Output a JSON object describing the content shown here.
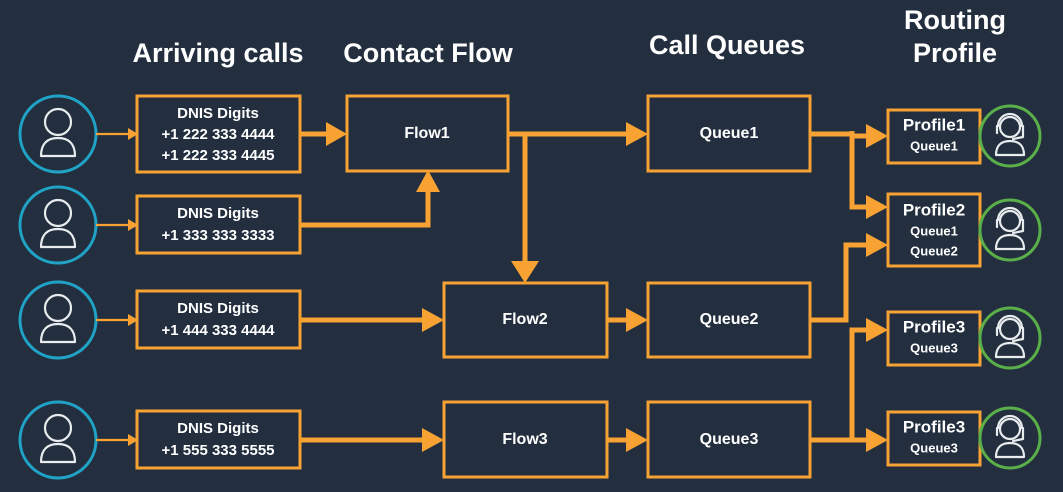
{
  "diagram": {
    "title": "Amazon Connect call routing diagram",
    "background_color": "#232f3e",
    "accent_color": "#f7a233",
    "customer_color": "#20a3c7",
    "agent_color": "#5aaf4b",
    "text_color": "#ffffff"
  },
  "columns": [
    {
      "id": "arriving-calls",
      "label": "Arriving calls"
    },
    {
      "id": "contact-flow",
      "label": "Contact Flow"
    },
    {
      "id": "call-queues",
      "label": "Call Queues"
    },
    {
      "id": "routing-profile",
      "label_line1": "Routing",
      "label_line2": "Profile"
    }
  ],
  "customers": [
    {
      "id": "customer-1",
      "icon": "customer-person-icon"
    },
    {
      "id": "customer-2",
      "icon": "customer-person-icon"
    },
    {
      "id": "customer-3",
      "icon": "customer-person-icon"
    },
    {
      "id": "customer-4",
      "icon": "customer-person-icon"
    }
  ],
  "dnis_boxes": [
    {
      "id": "dnis-1",
      "title": "DNIS Digits",
      "numbers": [
        "+1 222 333 4444",
        "+1 222 333 4445"
      ]
    },
    {
      "id": "dnis-2",
      "title": "DNIS Digits",
      "numbers": [
        "+1 333 333 3333"
      ]
    },
    {
      "id": "dnis-3",
      "title": "DNIS Digits",
      "numbers": [
        "+1 444 333 4444"
      ]
    },
    {
      "id": "dnis-4",
      "title": "DNIS Digits",
      "numbers": [
        "+1 555 333 5555"
      ]
    }
  ],
  "flows": [
    {
      "id": "flow-1",
      "label": "Flow1"
    },
    {
      "id": "flow-2",
      "label": "Flow2"
    },
    {
      "id": "flow-3",
      "label": "Flow3"
    }
  ],
  "queues": [
    {
      "id": "queue-1",
      "label": "Queue1"
    },
    {
      "id": "queue-2",
      "label": "Queue2"
    },
    {
      "id": "queue-3",
      "label": "Queue3"
    }
  ],
  "profiles": [
    {
      "id": "profile-1",
      "name": "Profile1",
      "queues": [
        "Queue1"
      ],
      "agent_icon": "agent-headset-icon"
    },
    {
      "id": "profile-2",
      "name": "Profile2",
      "queues": [
        "Queue1",
        "Queue2"
      ],
      "agent_icon": "agent-headset-icon"
    },
    {
      "id": "profile-3",
      "name": "Profile3",
      "queues": [
        "Queue3"
      ],
      "agent_icon": "agent-headset-icon"
    },
    {
      "id": "profile-4",
      "name": "Profile3",
      "queues": [
        "Queue3"
      ],
      "agent_icon": "agent-headset-icon"
    }
  ],
  "connections": [
    {
      "from": "customer-1",
      "to": "dnis-1"
    },
    {
      "from": "customer-2",
      "to": "dnis-2"
    },
    {
      "from": "customer-3",
      "to": "dnis-3"
    },
    {
      "from": "customer-4",
      "to": "dnis-4"
    },
    {
      "from": "dnis-1",
      "to": "flow-1"
    },
    {
      "from": "dnis-2",
      "to": "flow-1"
    },
    {
      "from": "dnis-3",
      "to": "flow-2"
    },
    {
      "from": "dnis-4",
      "to": "flow-3"
    },
    {
      "from": "flow-1",
      "to": "queue-1"
    },
    {
      "from": "flow-1",
      "to": "flow-2"
    },
    {
      "from": "flow-2",
      "to": "queue-2"
    },
    {
      "from": "flow-3",
      "to": "queue-3"
    },
    {
      "from": "queue-1",
      "to": "profile-1"
    },
    {
      "from": "queue-1",
      "to": "profile-2"
    },
    {
      "from": "queue-2",
      "to": "profile-2"
    },
    {
      "from": "queue-3",
      "to": "profile-3"
    },
    {
      "from": "queue-3",
      "to": "profile-4"
    }
  ]
}
